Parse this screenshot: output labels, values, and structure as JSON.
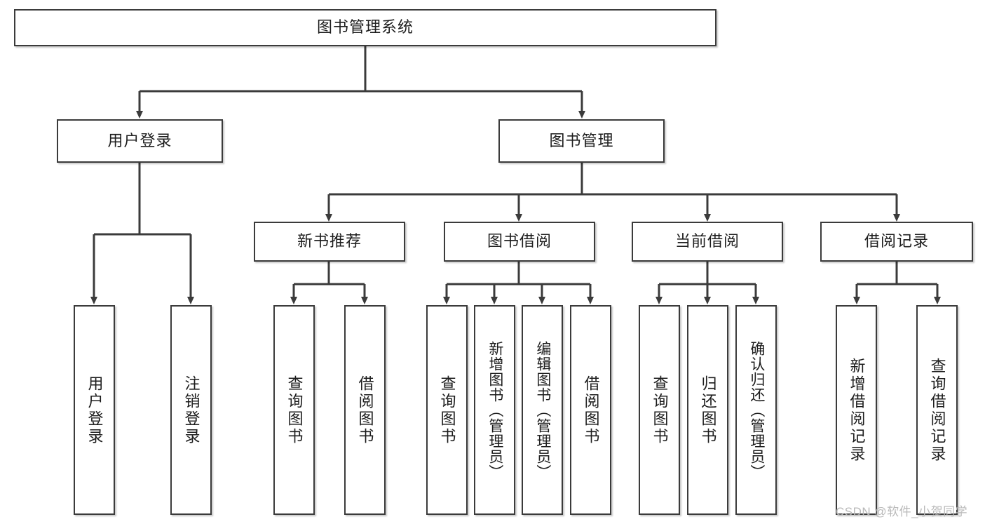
{
  "diagram": {
    "title": "图书管理系统",
    "type": "hierarchy-tree",
    "root": {
      "id": "root",
      "label": "图书管理系统"
    },
    "level1": [
      {
        "id": "user-login",
        "label": "用户登录"
      },
      {
        "id": "book-management",
        "label": "图书管理"
      }
    ],
    "level2": [
      {
        "id": "new-book-recommend",
        "label": "新书推荐",
        "parent": "book-management"
      },
      {
        "id": "book-borrow",
        "label": "图书借阅",
        "parent": "book-management"
      },
      {
        "id": "current-borrow",
        "label": "当前借阅",
        "parent": "book-management"
      },
      {
        "id": "borrow-record",
        "label": "借阅记录",
        "parent": "book-management"
      }
    ],
    "leaves": [
      {
        "id": "leaf-user-login",
        "label": "用户登录",
        "parent": "user-login"
      },
      {
        "id": "leaf-logout-login",
        "label": "注销登录",
        "parent": "user-login"
      },
      {
        "id": "leaf-query-book-1",
        "label": "查询图书",
        "parent": "new-book-recommend"
      },
      {
        "id": "leaf-borrow-book-1",
        "label": "借阅图书",
        "parent": "new-book-recommend"
      },
      {
        "id": "leaf-query-book-2",
        "label": "查询图书",
        "parent": "book-borrow"
      },
      {
        "id": "leaf-add-book",
        "label": "新增图书（管理员）",
        "parent": "book-borrow"
      },
      {
        "id": "leaf-edit-book",
        "label": "编辑图书（管理员）",
        "parent": "book-borrow"
      },
      {
        "id": "leaf-borrow-book-2",
        "label": "借阅图书",
        "parent": "book-borrow"
      },
      {
        "id": "leaf-query-book-3",
        "label": "查询图书",
        "parent": "current-borrow"
      },
      {
        "id": "leaf-return-book",
        "label": "归还图书",
        "parent": "current-borrow"
      },
      {
        "id": "leaf-confirm-return",
        "label": "确认归还（管理员）",
        "parent": "current-borrow"
      },
      {
        "id": "leaf-add-record",
        "label": "新增借阅记录",
        "parent": "borrow-record"
      },
      {
        "id": "leaf-query-record",
        "label": "查询借阅记录",
        "parent": "borrow-record"
      }
    ]
  },
  "watermark": {
    "text": "CSDN @软件_小贺同学"
  },
  "colors": {
    "box_border": "#3b3b3b",
    "box_fill": "#ffffff",
    "edge": "#3b3b3b",
    "text": "#1d1d1d",
    "watermark": "#b9b9b9",
    "background": "#ffffff"
  }
}
